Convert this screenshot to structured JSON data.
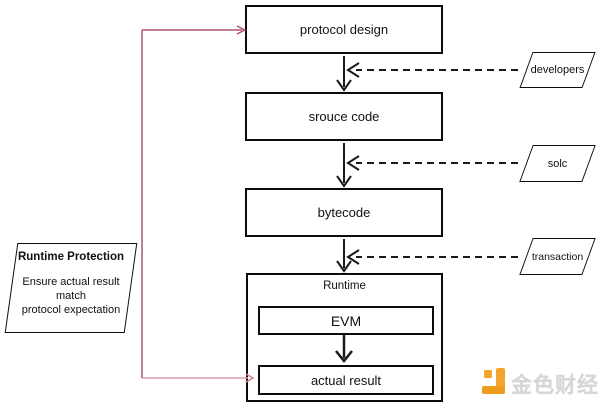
{
  "diagram": {
    "boxes": {
      "protocol_design": "protocol design",
      "source_code": "srouce code",
      "bytecode": "bytecode",
      "runtime": "Runtime",
      "evm": "EVM",
      "actual_result": "actual result"
    },
    "inputs": {
      "developers": "developers",
      "solc": "solc",
      "transaction": "transaction"
    },
    "annotation": {
      "title": "Runtime Protection",
      "line1": "Ensure actual result",
      "line2": "match",
      "line3": "protocol expectation"
    },
    "colors": {
      "box_border": "#0d0d0d",
      "arrow_black": "#1a1a1a",
      "red_connector": "#b1546e",
      "red_connector_light": "#dc9aa6",
      "logo_orange": "#f2a42c",
      "logo_gray": "#d6d6d6"
    },
    "watermark": {
      "text": "金色财经"
    }
  }
}
